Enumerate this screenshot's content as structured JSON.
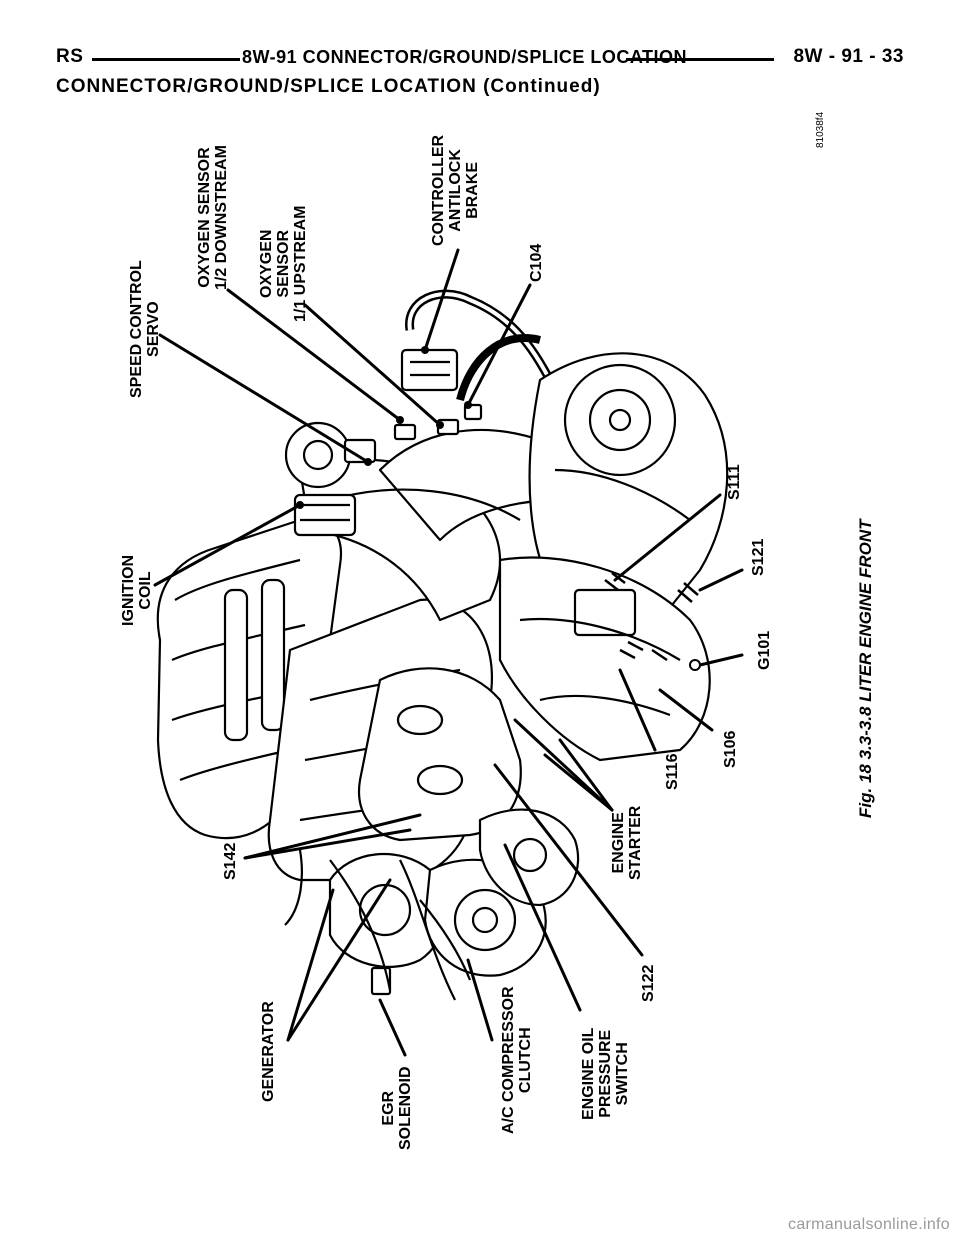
{
  "header": {
    "left": "RS",
    "center": "8W-91 CONNECTOR/GROUND/SPLICE LOCATION",
    "right": "8W - 91 - 33"
  },
  "subheader": "CONNECTOR/GROUND/SPLICE LOCATION (Continued)",
  "figure": {
    "caption": "Fig. 18 3.3-3.8 LITER ENGINE FRONT",
    "code": "81038f4",
    "labels": {
      "speed_control_servo": [
        "SPEED CONTROL",
        "SERVO"
      ],
      "oxygen_sensor_downstream": [
        "OXYGEN SENSOR",
        "1/2 DOWNSTREAM"
      ],
      "oxygen_sensor_upstream": [
        "OXYGEN",
        "SENSOR",
        "1/1 UPSTREAM"
      ],
      "controller_antilock_brake": [
        "CONTROLLER",
        "ANTILOCK",
        "BRAKE"
      ],
      "c104": [
        "C104"
      ],
      "ignition_coil": [
        "IGNITION",
        "COIL"
      ],
      "s111": [
        "S111"
      ],
      "s121": [
        "S121"
      ],
      "g101": [
        "G101"
      ],
      "s106": [
        "S106"
      ],
      "s116": [
        "S116"
      ],
      "engine_starter": [
        "ENGINE",
        "STARTER"
      ],
      "s142": [
        "S142"
      ],
      "s122": [
        "S122"
      ],
      "generator": [
        "GENERATOR"
      ],
      "egr_solenoid": [
        "EGR",
        "SOLENOID"
      ],
      "ac_compressor_clutch": [
        "A/C COMPRESSOR",
        "CLUTCH"
      ],
      "engine_oil_pressure_switch": [
        "ENGINE OIL",
        "PRESSURE",
        "SWITCH"
      ]
    }
  },
  "watermark": "carmanualsonline.info"
}
